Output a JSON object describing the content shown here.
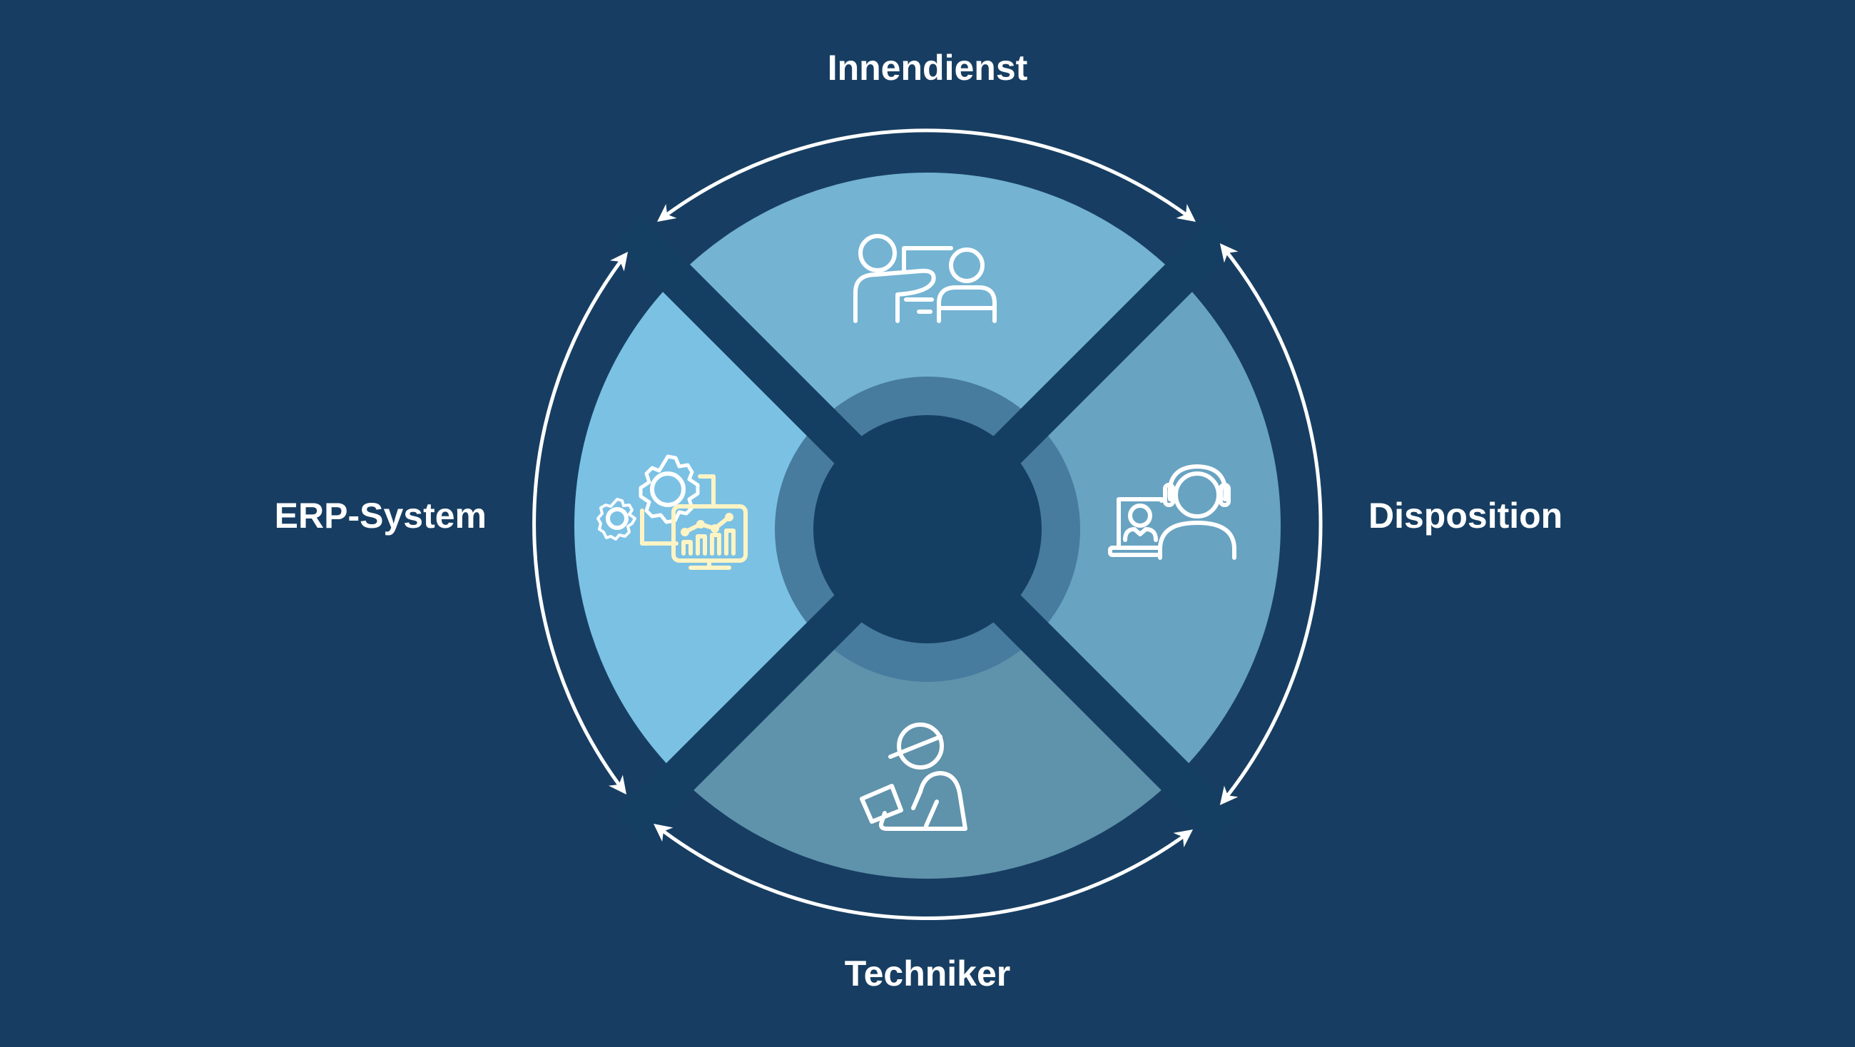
{
  "diagram": {
    "type": "cycle",
    "center": "",
    "segments": [
      {
        "position": "top",
        "label": "Innendienst",
        "icon": "presentation-people-icon",
        "color": "#74b3d2"
      },
      {
        "position": "right",
        "label": "Disposition",
        "icon": "headset-video-call-icon",
        "color": "#68a3c1"
      },
      {
        "position": "bottom",
        "label": "Techniker",
        "icon": "technician-tablet-icon",
        "color": "#5f92ab"
      },
      {
        "position": "left",
        "label": "ERP-System",
        "icon": "gears-monitor-chart-icon",
        "color": "#7bc1e4"
      }
    ],
    "arrows": [
      {
        "between": [
          "Innendienst",
          "ERP-System"
        ],
        "style": "bidirectional-arc"
      },
      {
        "between": [
          "Innendienst",
          "Disposition"
        ],
        "style": "bidirectional-arc"
      },
      {
        "between": [
          "Disposition",
          "Techniker"
        ],
        "style": "bidirectional-arc"
      },
      {
        "between": [
          "Techniker",
          "ERP-System"
        ],
        "style": "bidirectional-arc"
      }
    ]
  },
  "colors": {
    "background": "#173e62",
    "center": "#153f62",
    "inner_ring": "#477c9f",
    "arrow": "#ffffff",
    "erp_icon_stroke": "#fff4c4"
  }
}
